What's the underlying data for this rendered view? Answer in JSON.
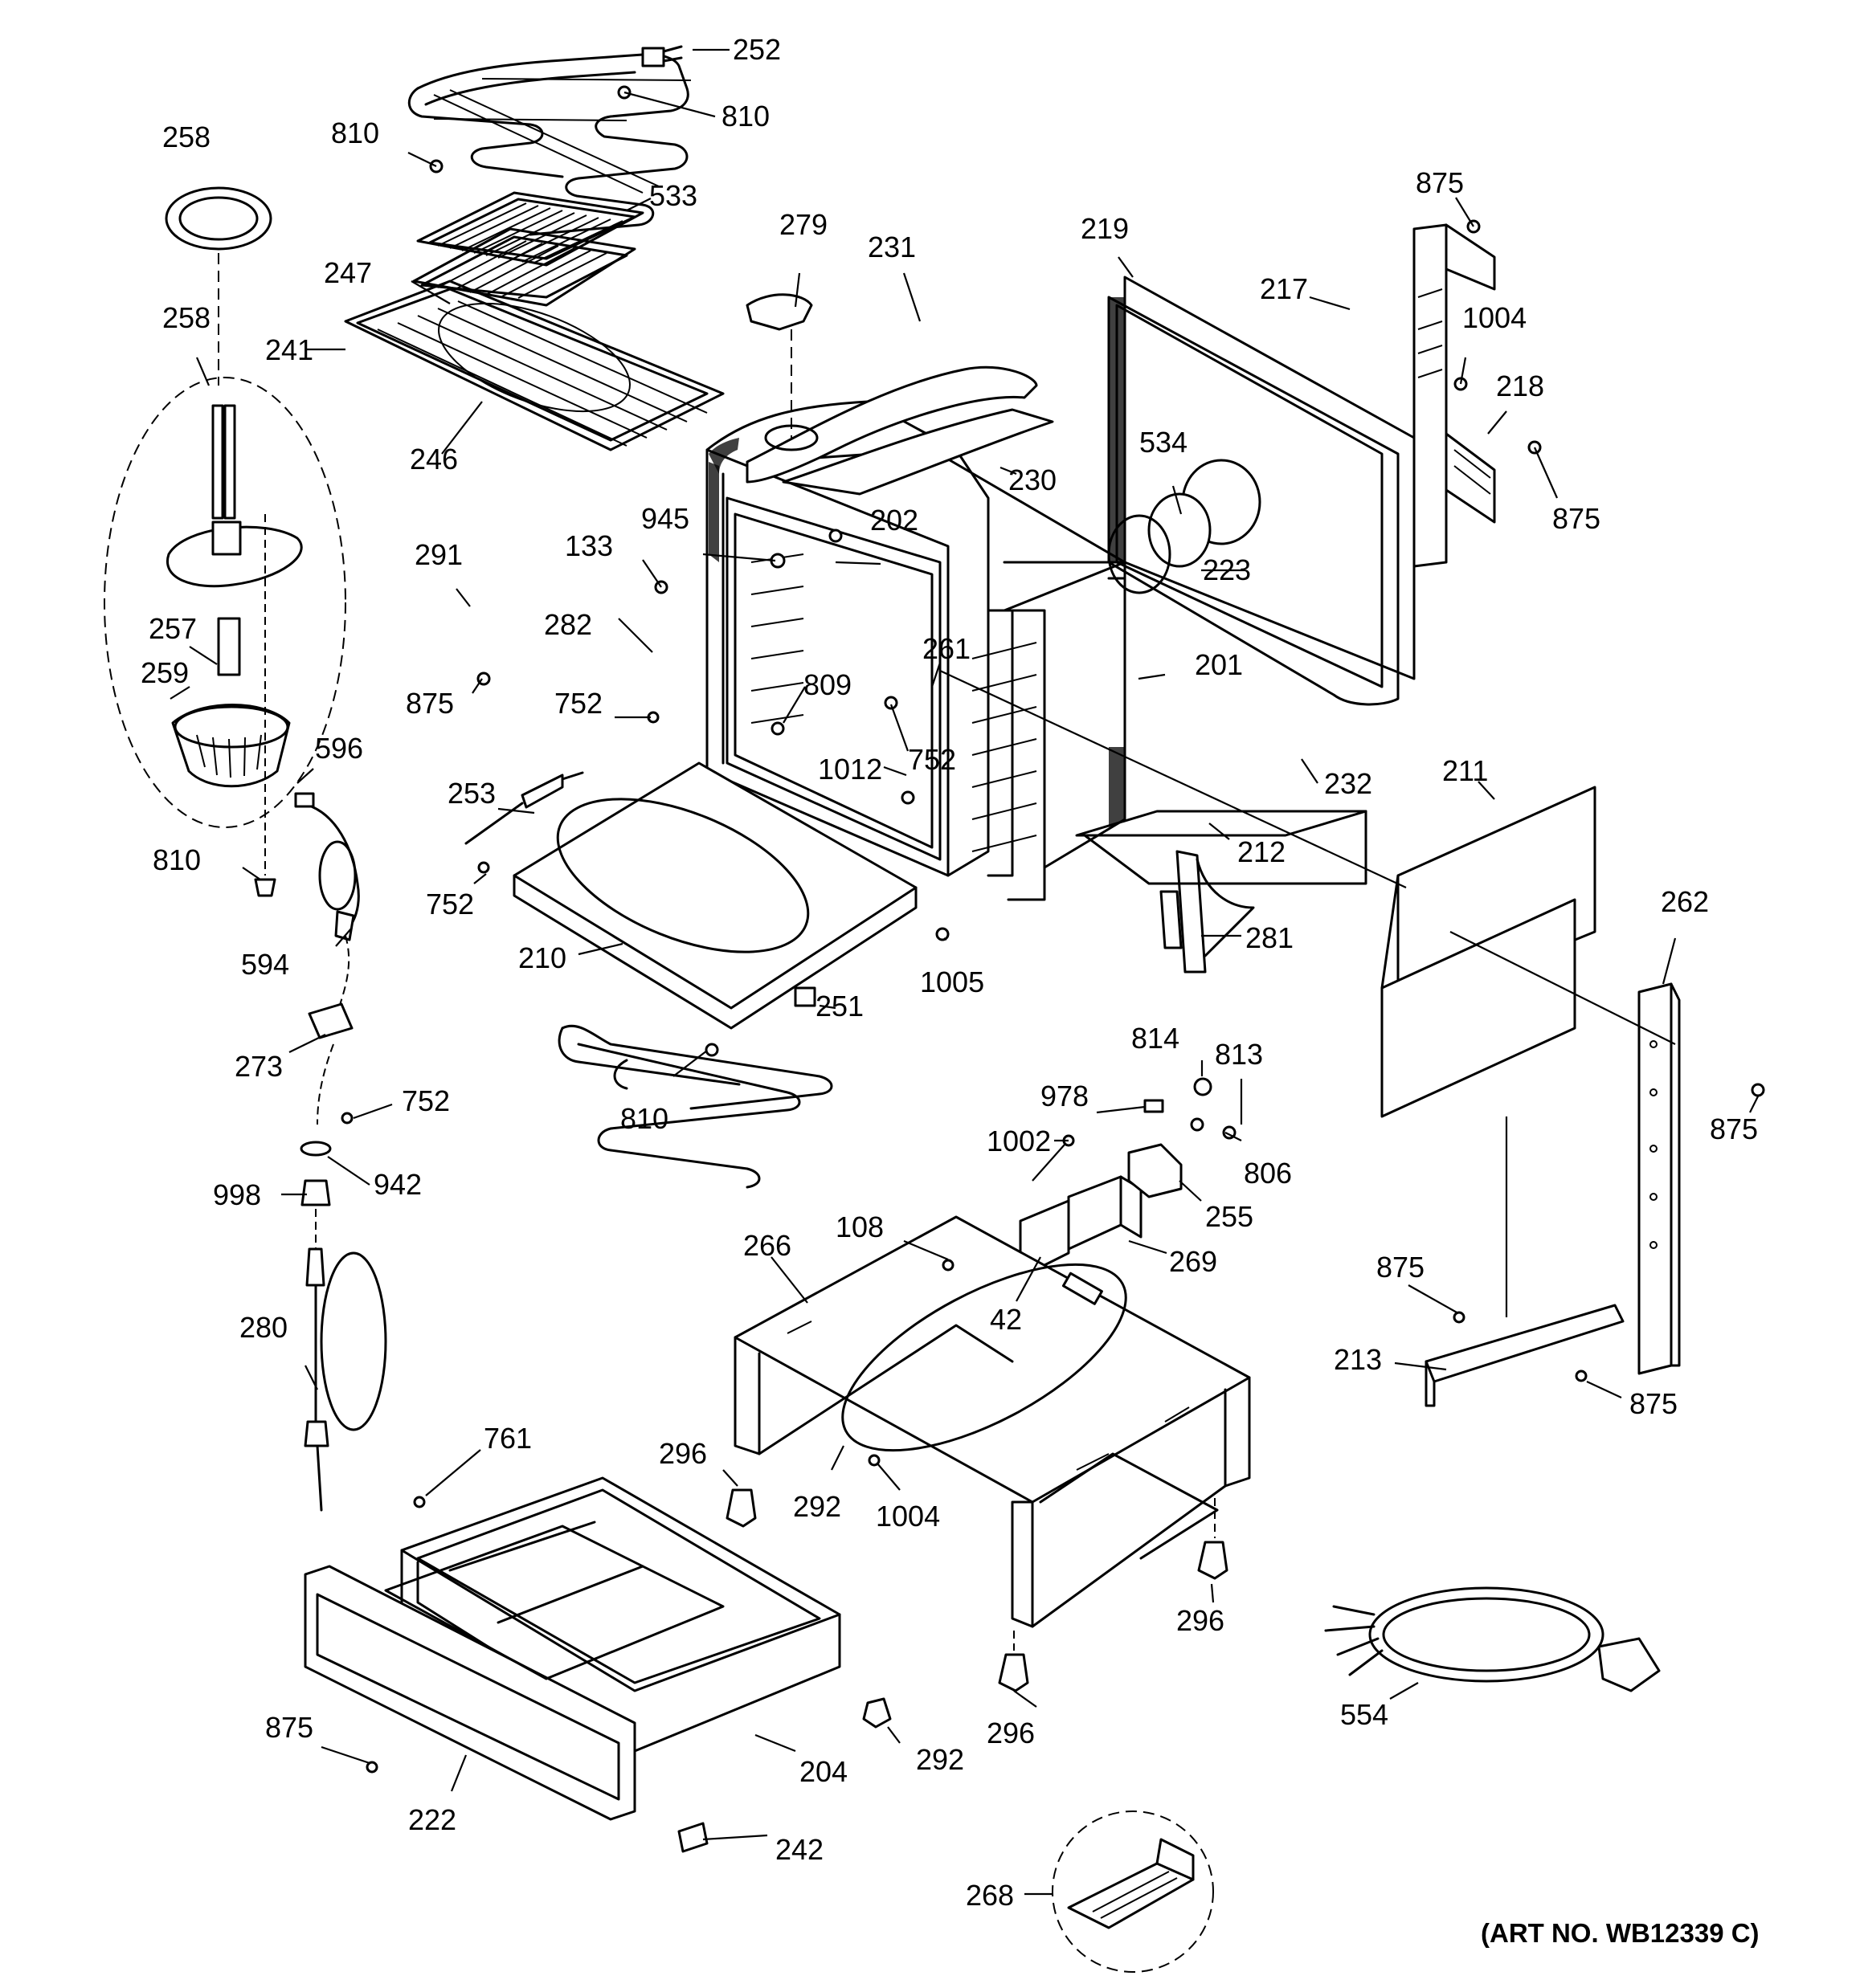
{
  "art_number": "(ART NO. WB12339 C)",
  "callouts": [
    "252",
    "810",
    "810",
    "258",
    "533",
    "875",
    "279",
    "231",
    "219",
    "217",
    "247",
    "258",
    "241",
    "1004",
    "218",
    "246",
    "230",
    "534",
    "875",
    "945",
    "133",
    "202",
    "223",
    "291",
    "282",
    "261",
    "201",
    "257",
    "259",
    "875",
    "809",
    "752",
    "752",
    "232",
    "596",
    "1012",
    "211",
    "253",
    "212",
    "810",
    "752",
    "262",
    "281",
    "594",
    "210",
    "1005",
    "251",
    "814",
    "813",
    "273",
    "752",
    "978",
    "810",
    "875",
    "1002",
    "806",
    "942",
    "998",
    "255",
    "108",
    "269",
    "266",
    "875",
    "42",
    "280",
    "213",
    "875",
    "761",
    "296",
    "292",
    "1004",
    "296",
    "554",
    "296",
    "875",
    "292",
    "204",
    "222",
    "242",
    "268"
  ]
}
